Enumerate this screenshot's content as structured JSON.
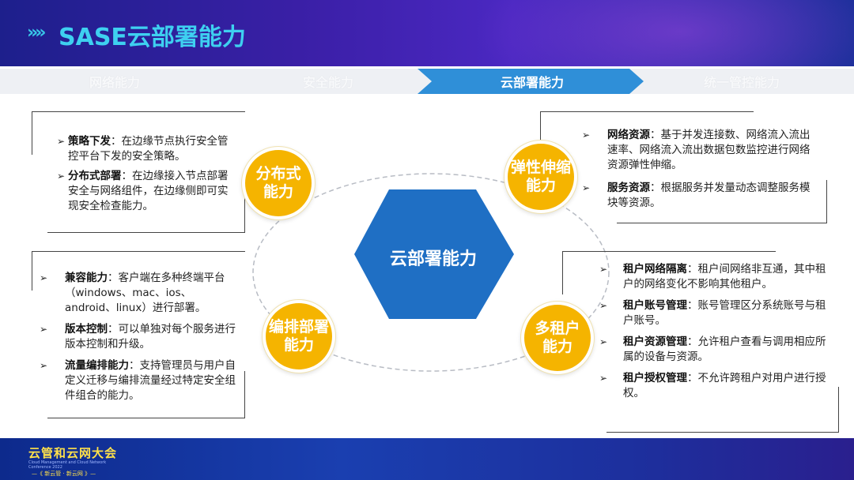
{
  "header": {
    "arrows": "»»",
    "title": "SASE云部署能力"
  },
  "tabs": [
    {
      "label": "网络能力",
      "active": false
    },
    {
      "label": "安全能力",
      "active": false
    },
    {
      "label": "云部署能力",
      "active": true
    },
    {
      "label": "统一管控能力",
      "active": false
    }
  ],
  "center": {
    "label": "云部署能力"
  },
  "circles": {
    "distributed": "分布式\n能力",
    "elastic": "弹性伸缩\n能力",
    "orchestration": "编排部署\n能力",
    "multitenant": "多租户\n能力"
  },
  "boxes": {
    "distributed": [
      {
        "kw": "策略下发",
        "text": "：在边缘节点执行安全管控平台下发的安全策略。"
      },
      {
        "kw": "分布式部署",
        "text": "：在边缘接入节点部署安全与网络组件，在边缘侧即可实现安全检查能力。"
      }
    ],
    "elastic": [
      {
        "kw": "网络资源",
        "text": "：基于并发连接数、网络流入流出速率、网络流入流出数据包数监控进行网络资源弹性伸缩。"
      },
      {
        "kw": "服务资源",
        "text": "：根据服务并发量动态调整服务模块等资源。"
      }
    ],
    "orchestration": [
      {
        "kw": "兼容能力",
        "text": "：客户端在多种终端平台（windows、mac、ios、android、linux）进行部署。"
      },
      {
        "kw": "版本控制",
        "text": "：可以单独对每个服务进行版本控制和升级。"
      },
      {
        "kw": "流量编排能力",
        "text": "：支持管理员与用户自定义迁移与编排流量经过特定安全组件组合的能力。"
      }
    ],
    "multitenant": [
      {
        "kw": "租户网络隔离",
        "text": "：租户间网络非互通，其中租户的网络变化不影响其他租户。"
      },
      {
        "kw": "租户账号管理",
        "text": "：账号管理区分系统账号与租户账号。"
      },
      {
        "kw": "租户资源管理",
        "text": "：允许租户查看与调用相应所属的设备与资源。"
      },
      {
        "kw": "租户授权管理",
        "text": "：不允许跨租户对用户进行授权。"
      }
    ]
  },
  "bullet": "➢",
  "footer": {
    "logo": "云管和云网大会",
    "sub": "Cloud Management and Cloud Network Conference 2022",
    "slogan": "—《 新云管 · 新云网 》—"
  },
  "colors": {
    "accent": "#2f8fd8",
    "circle": "#f5b400",
    "hex": "#1f6fc4"
  }
}
